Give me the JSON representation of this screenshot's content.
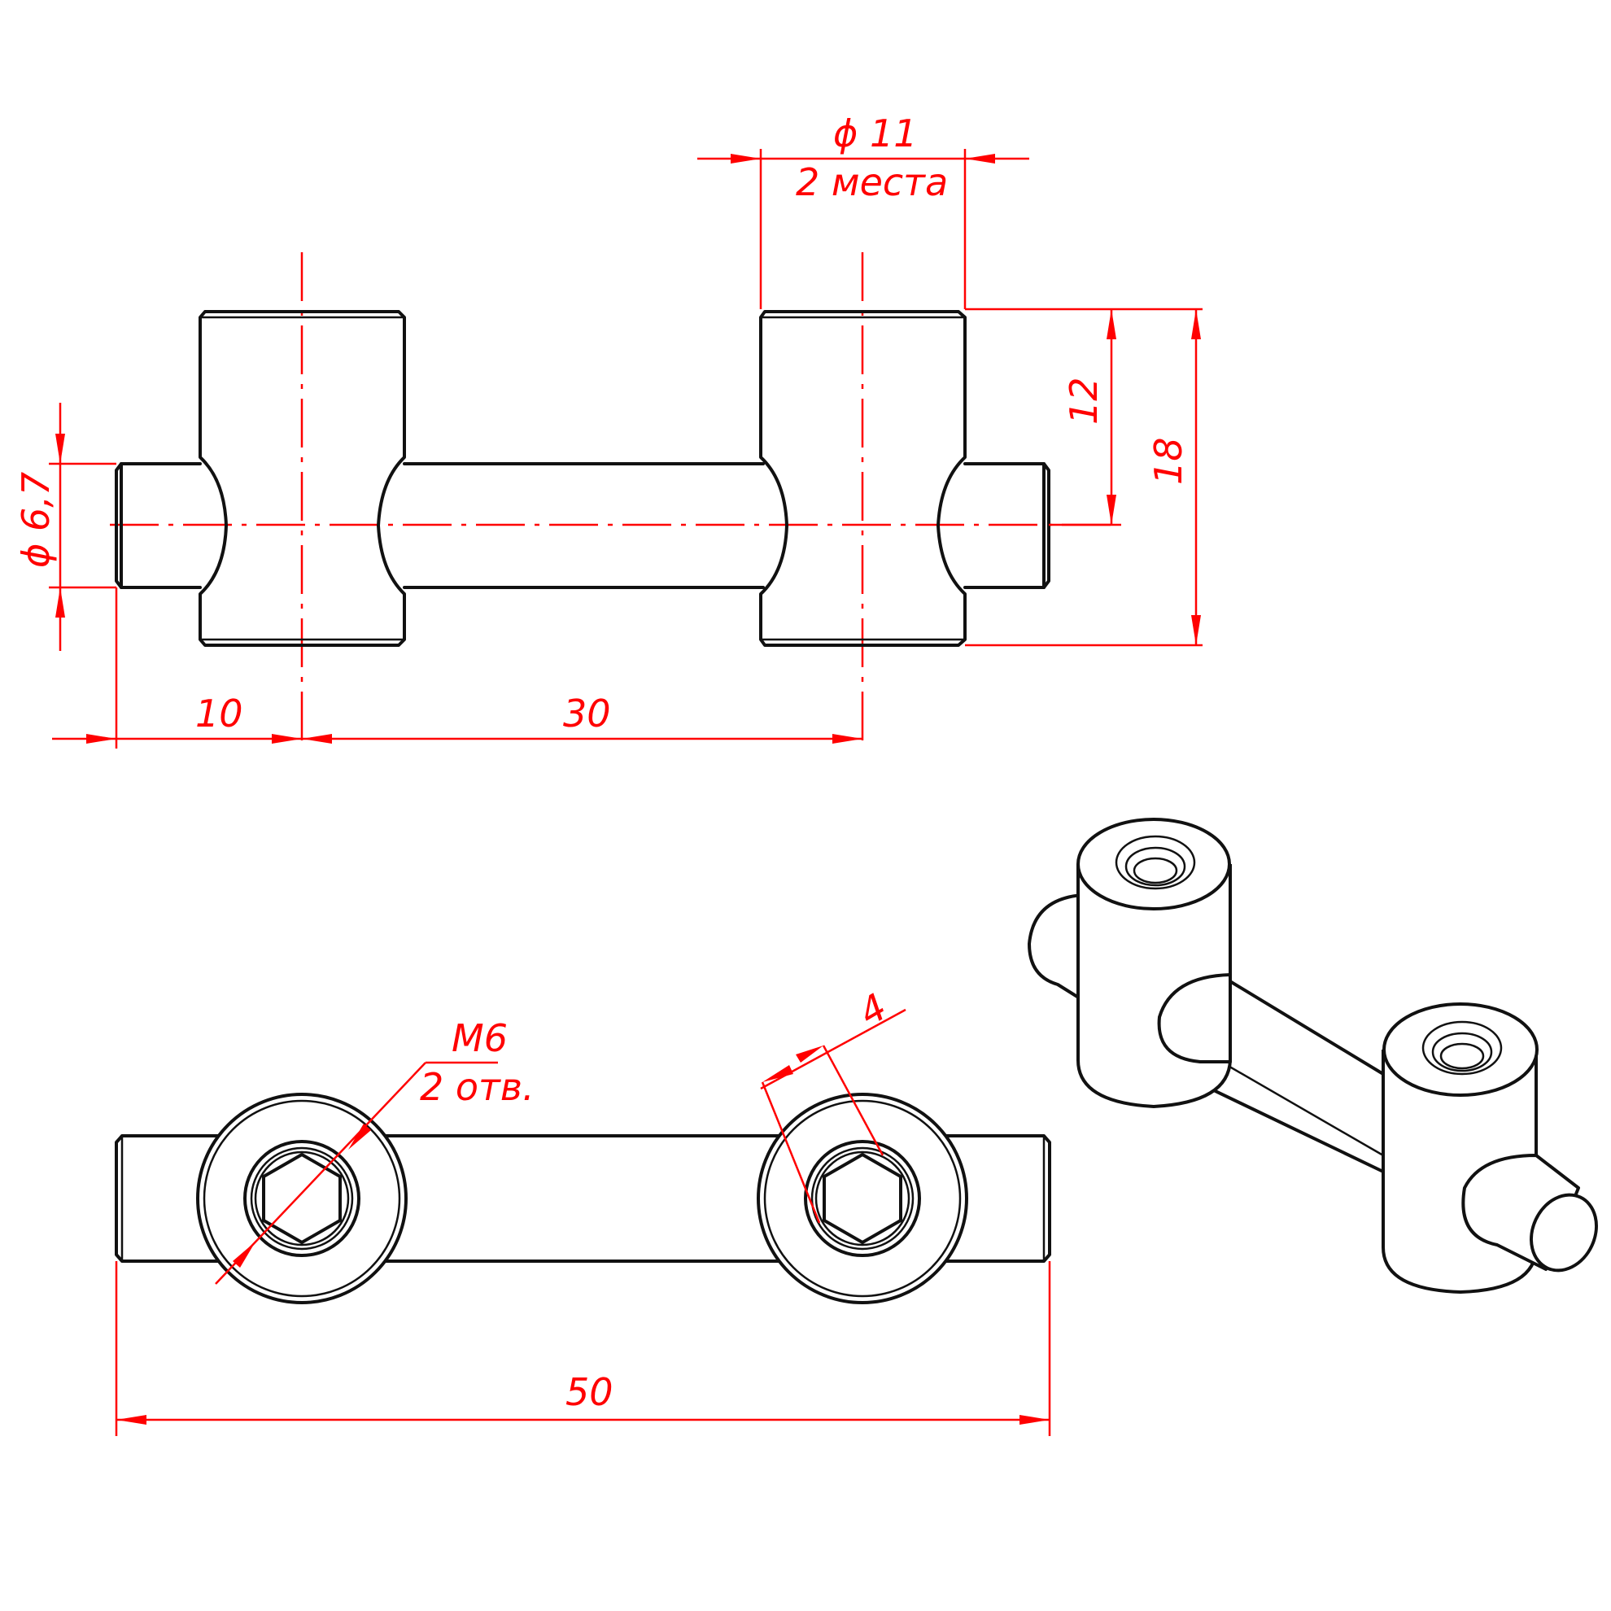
{
  "dimensions": {
    "dia_boss": "ϕ 11",
    "dia_boss_note": "2 места",
    "dia_rod": "ϕ 6,7",
    "height_12": "12",
    "height_18": "18",
    "len_10": "10",
    "len_30": "30",
    "len_50": "50",
    "thread": "M6",
    "thread_note": "2 отв.",
    "hex_4": "4"
  },
  "colors": {
    "part_lines": "#111111",
    "dimension_lines": "#ff0000",
    "background": "#ffffff"
  }
}
